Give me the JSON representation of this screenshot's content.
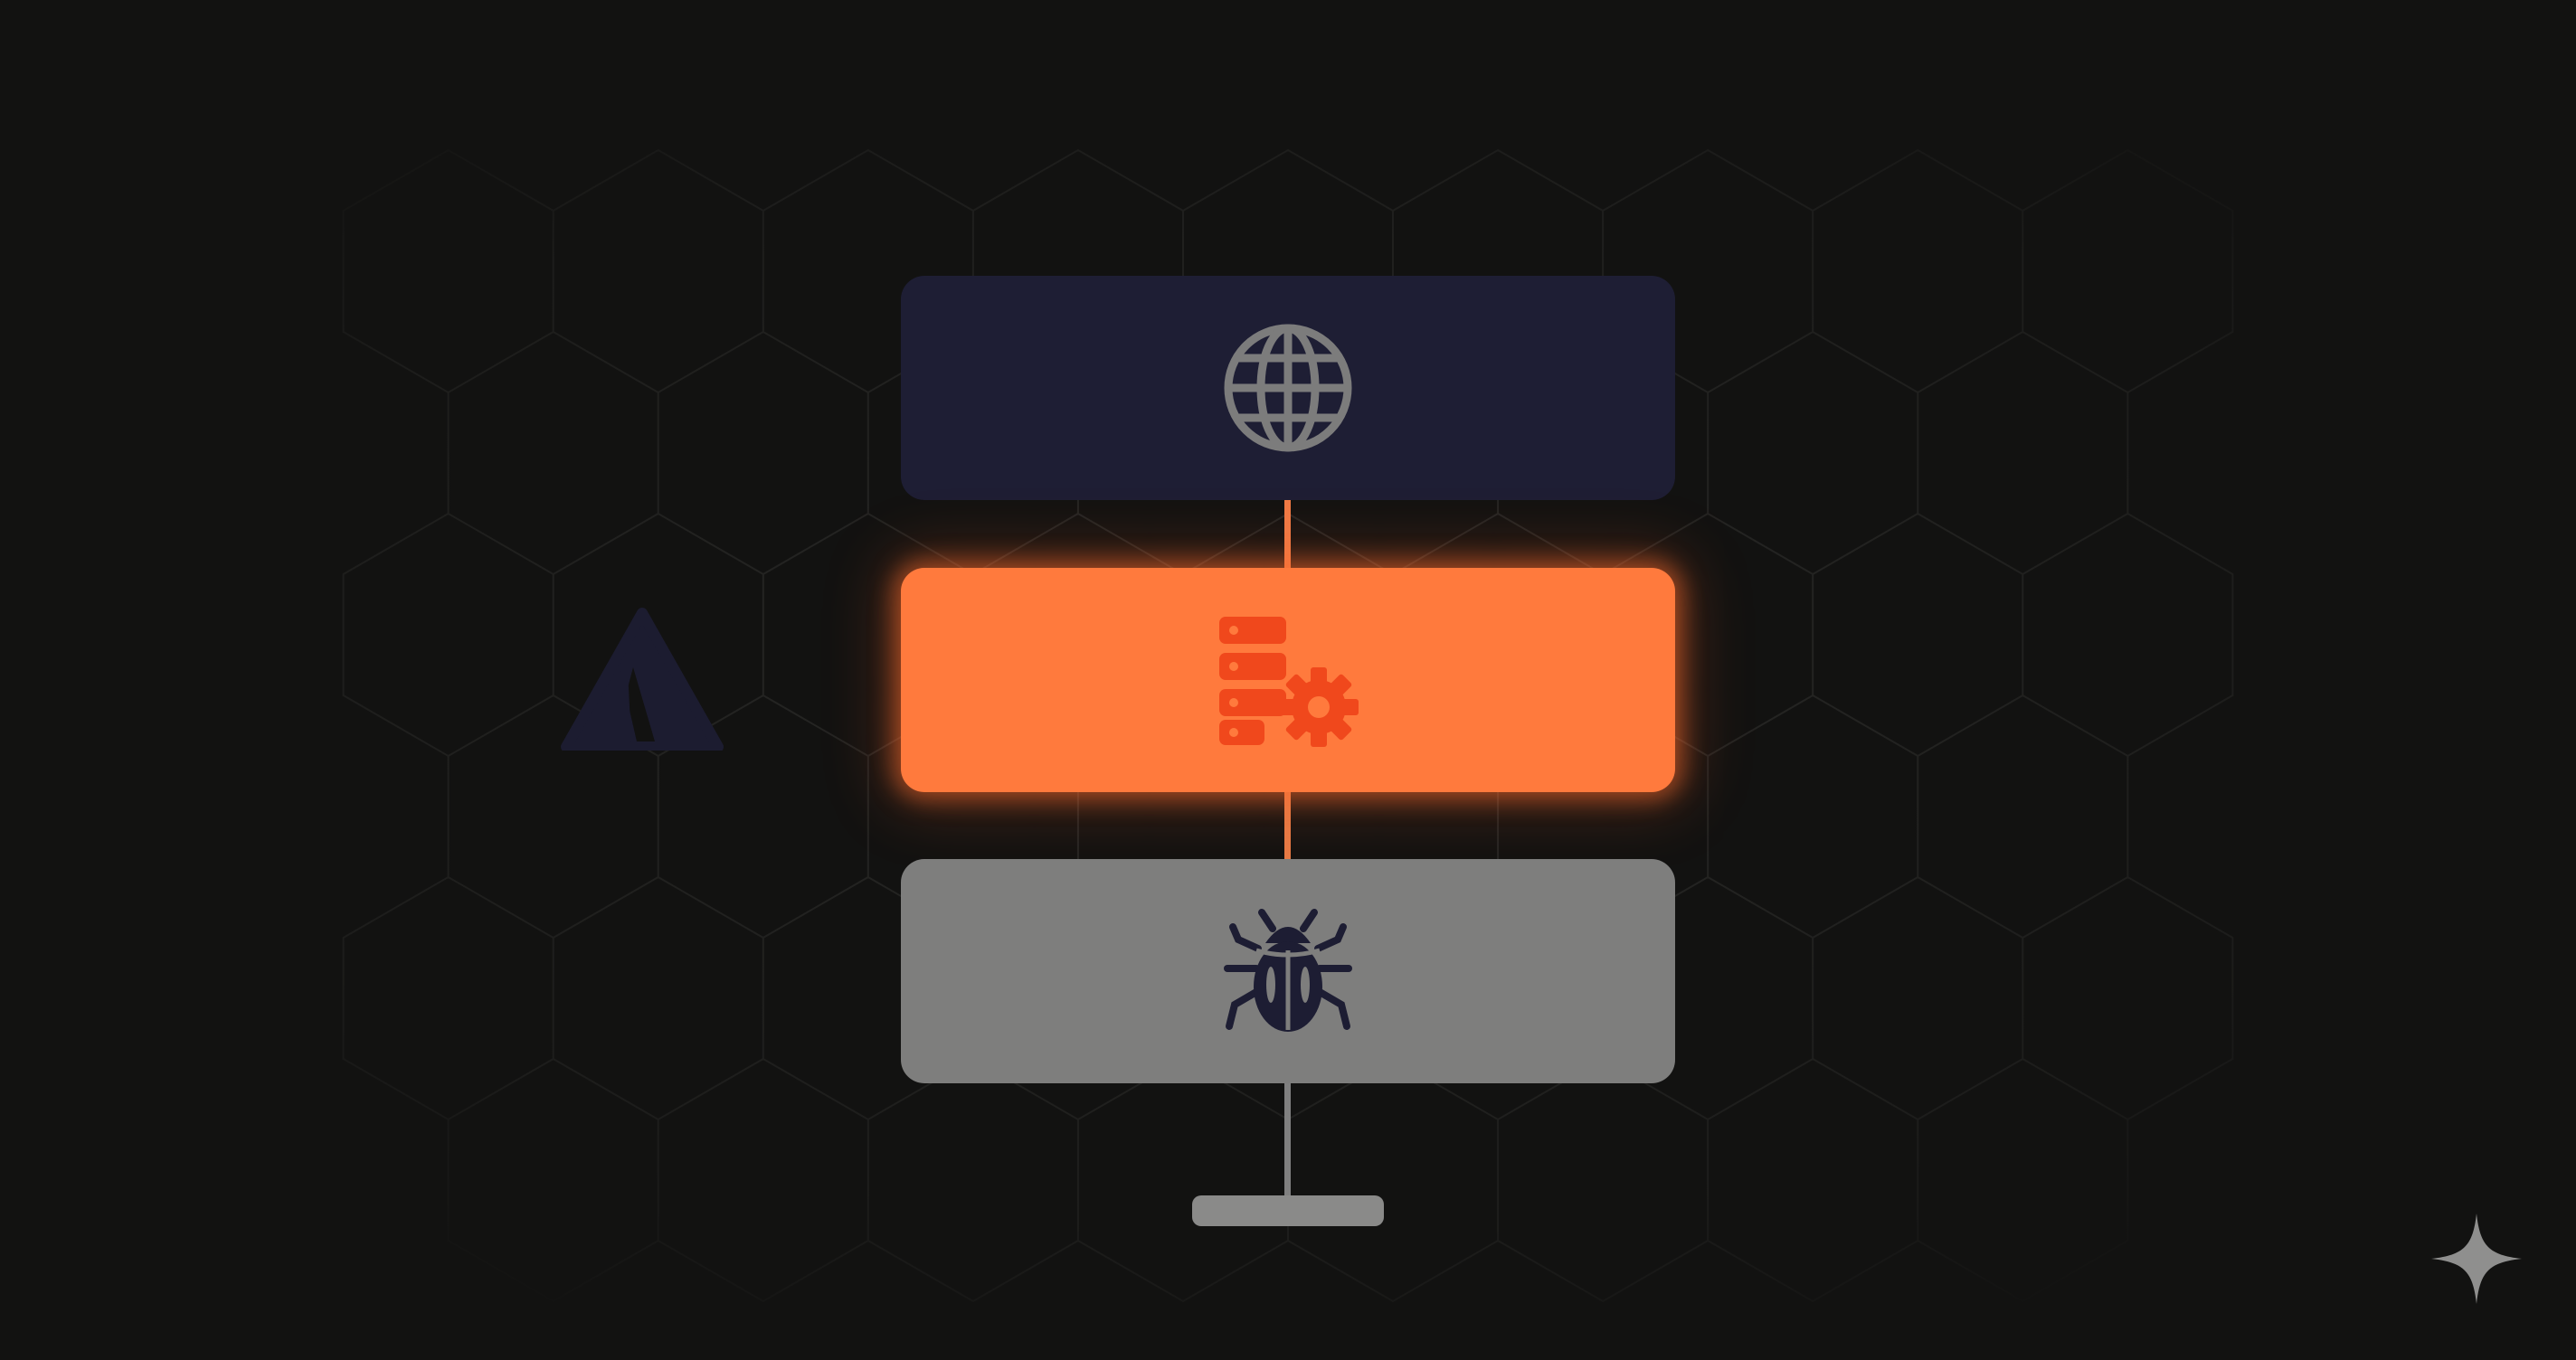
{
  "diagram": {
    "layers": [
      {
        "id": "top",
        "icon": "globe-icon",
        "color": "#1e1e34",
        "icon_color": "#7c7c7c"
      },
      {
        "id": "middle",
        "icon": "server-gear-icon",
        "color": "#ff7a3d",
        "icon_color": "#f0481c",
        "highlighted": true
      },
      {
        "id": "bottom",
        "icon": "bug-icon",
        "color": "#7e7e7d",
        "icon_color": "#1d1d33"
      }
    ],
    "connectors": [
      "top-to-middle",
      "middle-to-bottom",
      "bottom-to-base"
    ],
    "decorations": {
      "background_pattern": "hexagon-grid",
      "left_logo": "warning-triangle-icon",
      "corner_logo": "sparkle-icon"
    },
    "colors": {
      "background": "#121211",
      "accent": "#ff7a3d",
      "navy": "#1e1e34",
      "gray": "#7e7e7d"
    }
  }
}
